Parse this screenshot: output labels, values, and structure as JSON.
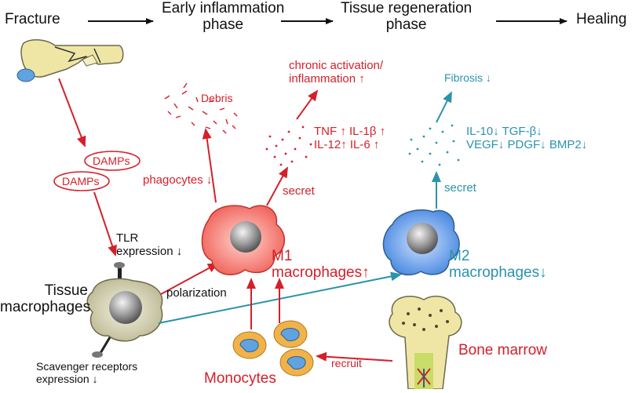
{
  "stages": [
    "Fracture",
    "Early inflammation\nphase",
    "Tissue regeneration\nphase",
    "Healing"
  ],
  "labels": {
    "damps_1": "DAMPs",
    "damps_2": "DAMPs",
    "tlr": "TLR\nexpression ↓",
    "tissue_macrophages": "Tissue\nmacrophages",
    "scavenger": "Scavenger receptors\nexpression ↓",
    "polarization": "polarization",
    "phagocytes": "phagocytes ↓",
    "debris": "Debris",
    "chronic": "chronic activation/\ninflammation ↑",
    "cytokines_m1": "TNF ↑ IL-1β ↑\nIL-12↑ IL-6 ↑",
    "secret_m1": "secret",
    "m1": "M1\nmacrophages↑",
    "fibrosis": "Fibrosis ↓",
    "cytokines_m2": "IL-10↓ TGF-β↓\nVEGF↓ PDGF↓ BMP2↓",
    "secret_m2": "secret",
    "m2": "M2\nmacrophages↓",
    "monocytes": "Monocytes",
    "recruit": "recruit",
    "bone_marrow": "Bone marrow"
  },
  "colors": {
    "red": "#d4202a",
    "blue": "#2a93ad",
    "m1_cell": "#ef5a52",
    "m2_cell": "#4a8fe0",
    "tissue_cell": "#c9c6a6",
    "bone": "#efe6a6",
    "monocyte": "#f2b24a"
  }
}
